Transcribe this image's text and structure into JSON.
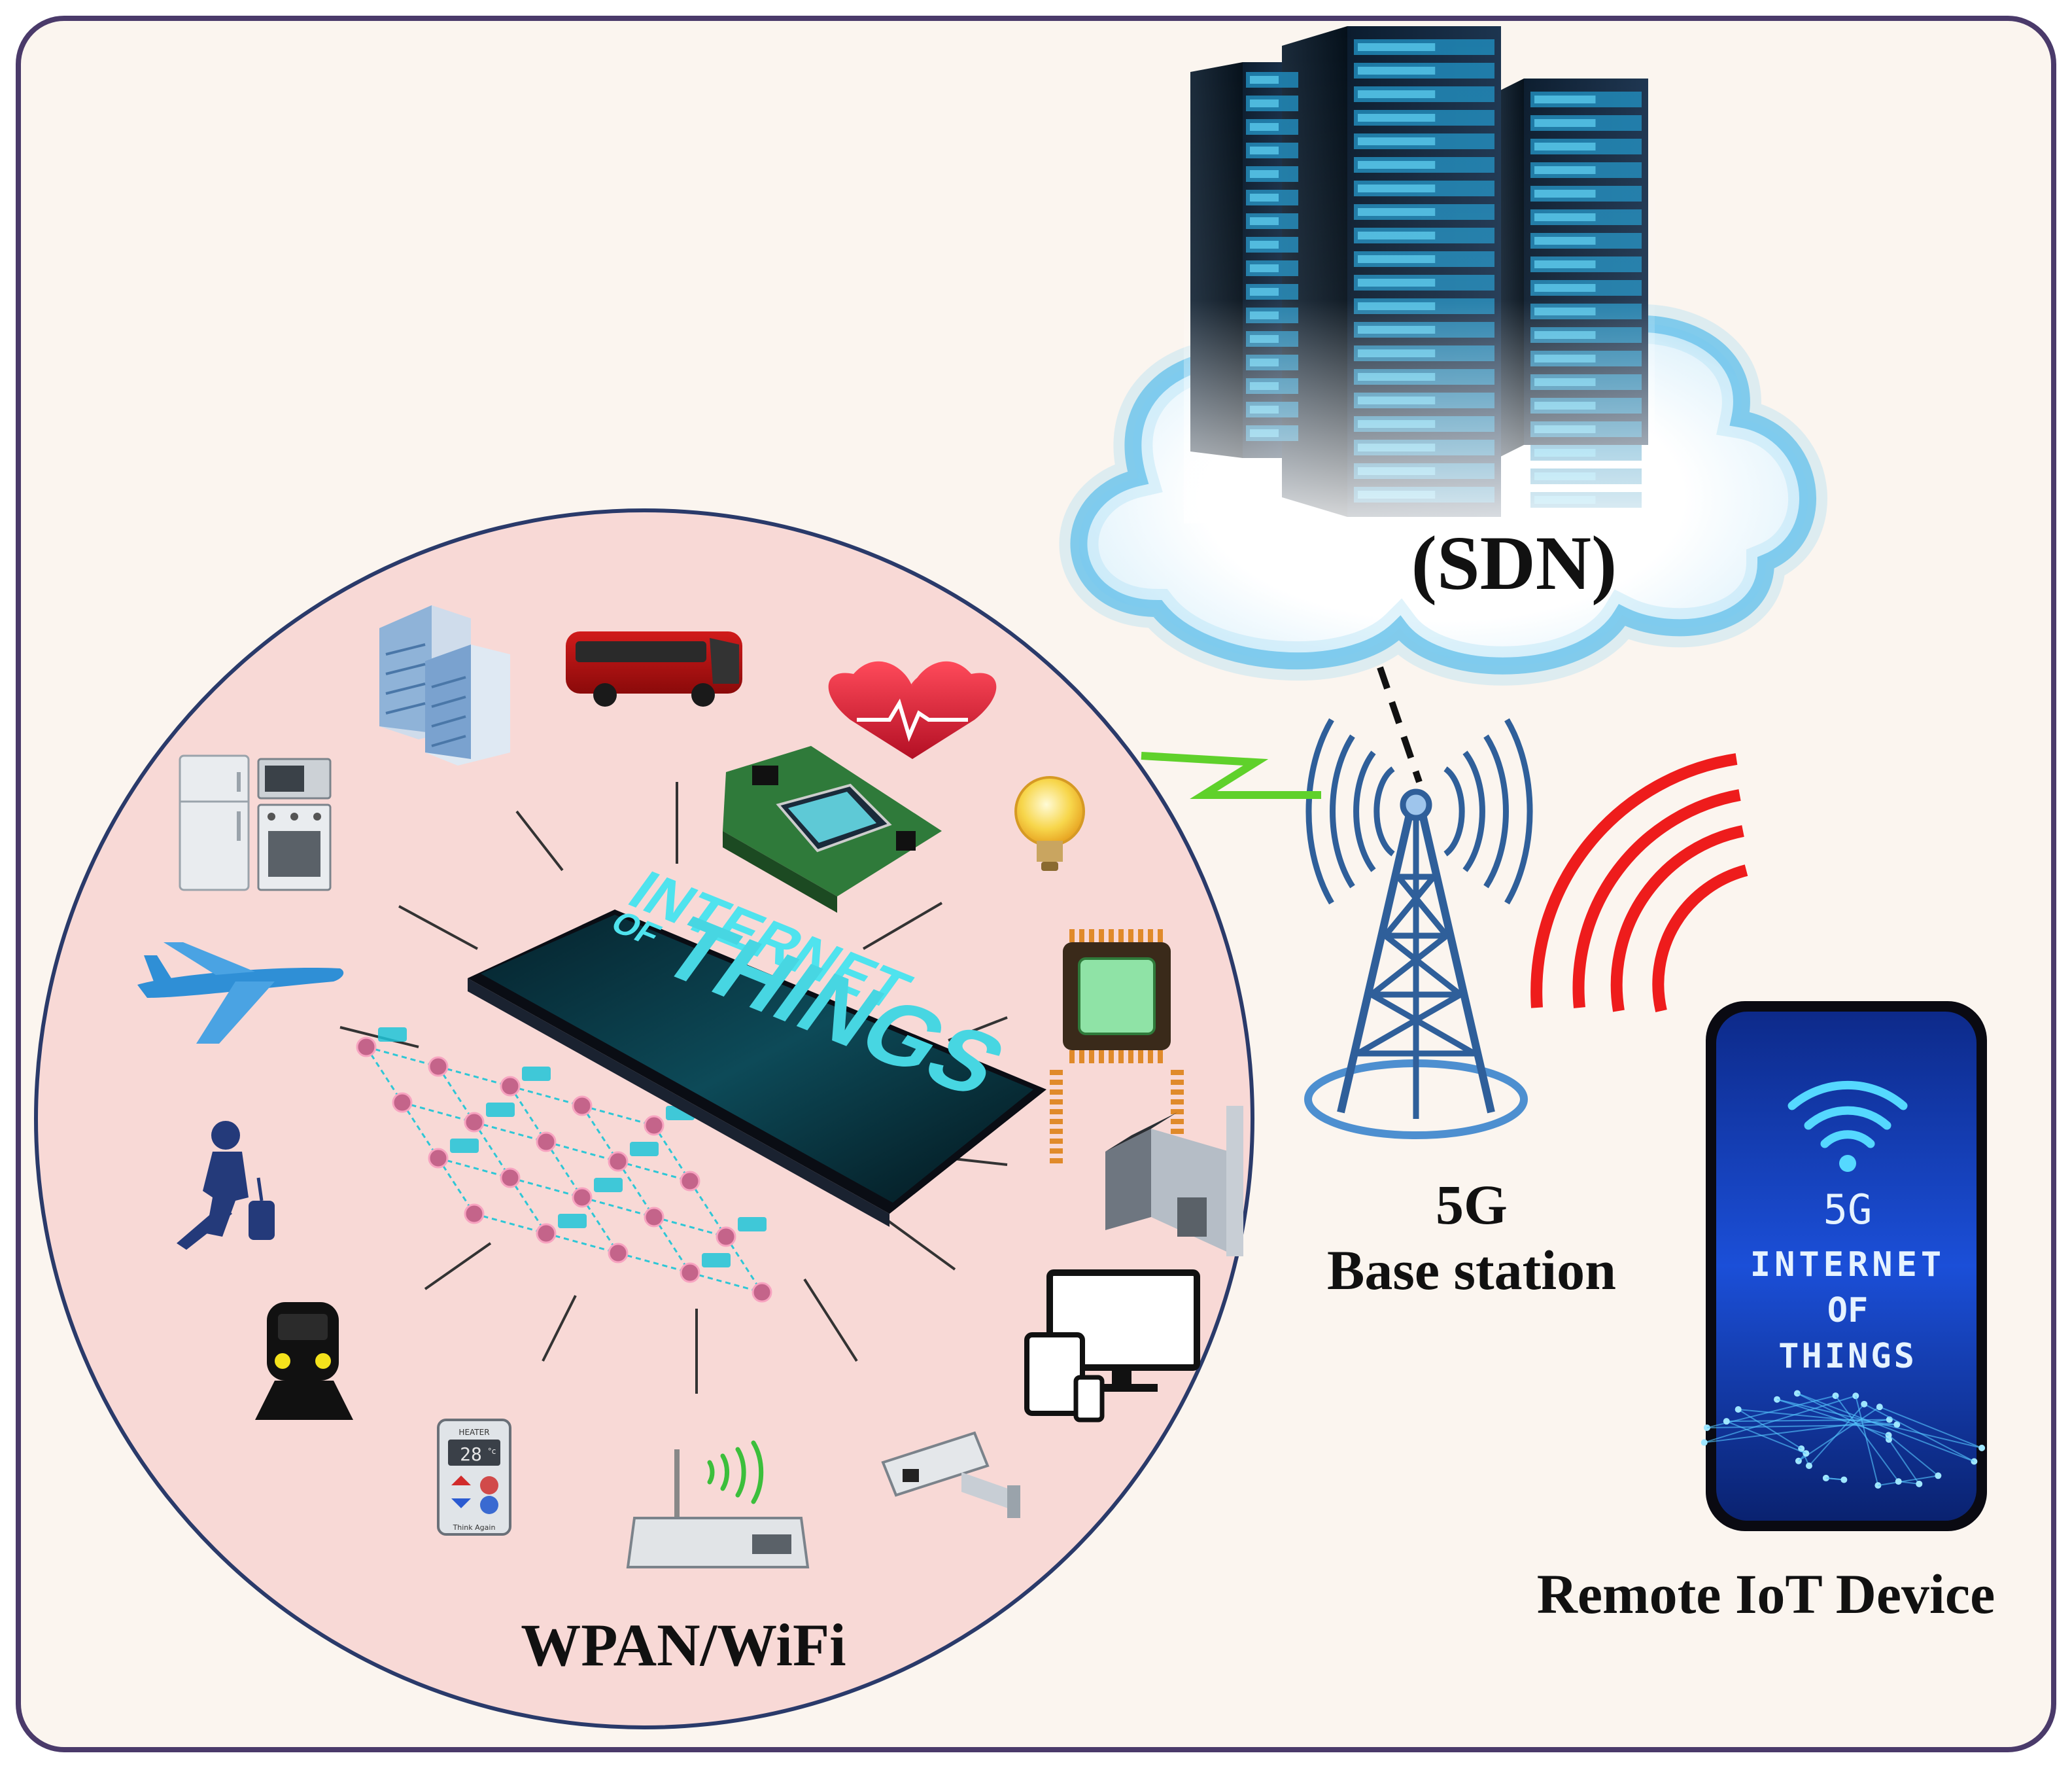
{
  "labels": {
    "sdn": "(SDN)",
    "bs_line1": "5G",
    "bs_line2": "Base station",
    "wpan": "WPAN/WiFi",
    "remote": "Remote IoT Device"
  },
  "phone_screen": {
    "line1": "5G",
    "line2": "INTERNET",
    "line3": "OF",
    "line4": "THINGS"
  },
  "iot_hub_text": {
    "top": "INTERNET",
    "bottom": "THINGS",
    "small": "OF"
  },
  "device_text": {
    "thermostat_reading": "28",
    "thermostat_unit": "°c",
    "thermostat_brand": "HEATER",
    "thermostat_tagline": "Think Again"
  },
  "icons": [
    "office-building-icon",
    "bus-icon",
    "heart-rate-icon",
    "circuit-board-icon",
    "light-bulb-icon",
    "refrigerator-icon",
    "kitchen-stove-icon",
    "airplane-icon",
    "microchip-icon",
    "traveler-icon",
    "factory-icon",
    "train-icon",
    "computer-devices-icon",
    "thermostat-icon",
    "wifi-router-icon",
    "security-camera-icon",
    "server-rack-icon",
    "cloud-icon",
    "cell-tower-icon",
    "smartphone-icon",
    "iot-smartphone-hub-icon"
  ],
  "colors": {
    "background": "#fbf5ef",
    "frame": "#4a3a6a",
    "circle_fill": "#f8d9d6",
    "circle_stroke": "#2a3a6a",
    "signal_red": "#ee1c1c",
    "link_green": "#5fd12b",
    "cloud_blue": "#4fb2e3"
  }
}
